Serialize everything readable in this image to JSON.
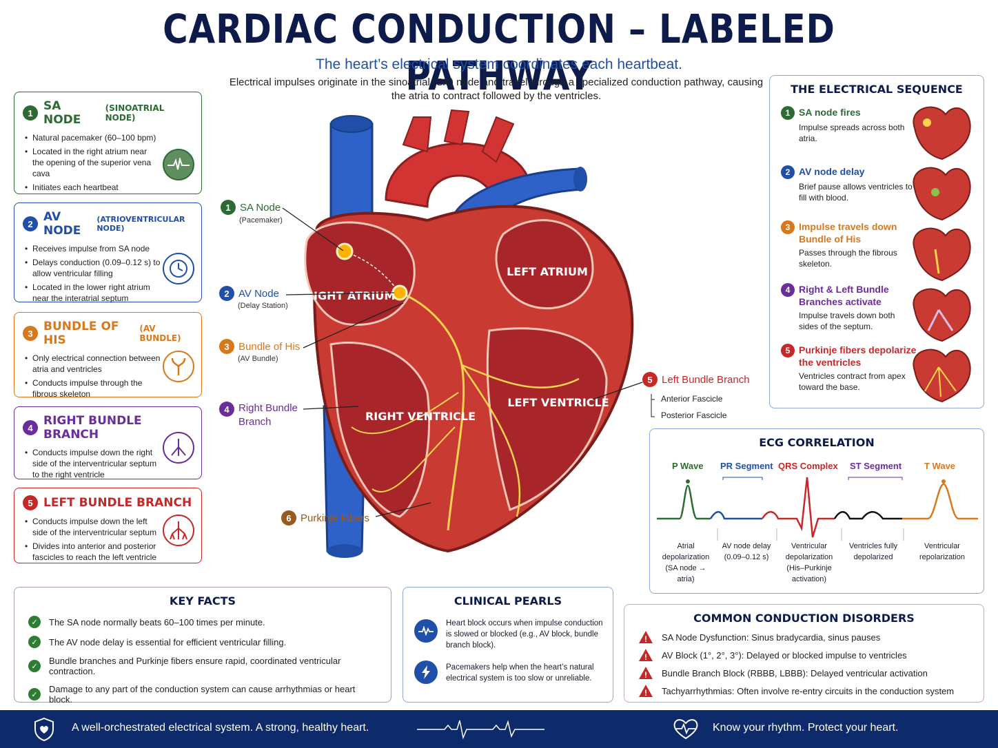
{
  "header": {
    "title": "CARDIAC CONDUCTION – LABELED PATHWAY",
    "subtitle": "The heart’s electrical system coordinates each heartbeat.",
    "intro": "Electrical impulses originate in the sinoatrial (SA) node and travel through a specialized conduction pathway, causing the atria to contract followed by the ventricles."
  },
  "colors": {
    "green": "#2e6b34",
    "blue": "#1f4fa8",
    "orange": "#d9781b",
    "purple": "#6a2d9c",
    "red": "#c62828",
    "brown": "#9a5a1c",
    "navy": "#0d1b4b"
  },
  "cards": [
    {
      "num": "1",
      "title": "SA NODE",
      "suffix": "(SINOATRIAL NODE)",
      "icon": "ecg-pulse-icon",
      "items": [
        "Natural pacemaker (60–100 bpm)",
        "Located in the right atrium near the opening of the superior vena cava",
        "Initiates each heartbeat"
      ]
    },
    {
      "num": "2",
      "title": "AV NODE",
      "suffix": "(ATRIOVENTRICULAR NODE)",
      "icon": "clock-icon",
      "items": [
        "Receives impulse from SA node",
        "Delays conduction (0.09–0.12 s) to allow ventricular filling",
        "Located in the lower right atrium near the interatrial septum"
      ]
    },
    {
      "num": "3",
      "title": "BUNDLE OF HIS",
      "suffix": "(AV BUNDLE)",
      "icon": "bundle-fork-icon",
      "items": [
        "Only electrical connection between atria and ventricles",
        "Conducts impulse through the fibrous skeleton"
      ]
    },
    {
      "num": "4",
      "title": "RIGHT BUNDLE BRANCH",
      "suffix": "",
      "icon": "branch-icon",
      "items": [
        "Conducts impulse down the right side of the interventricular septum to the right ventricle"
      ]
    },
    {
      "num": "5",
      "title": "LEFT BUNDLE BRANCH",
      "suffix": "",
      "icon": "branching-fibers-icon",
      "items": [
        "Conducts impulse down the left side of the interventricular septum",
        "Divides into anterior and posterior fascicles to reach the left ventricle"
      ]
    }
  ],
  "heart_labels": {
    "sa": {
      "num": "1",
      "name": "SA Node",
      "sub": "(Pacemaker)"
    },
    "av": {
      "num": "2",
      "name": "AV Node",
      "sub": "(Delay Station)"
    },
    "his": {
      "num": "3",
      "name": "Bundle of His",
      "sub": "(AV Bundle)"
    },
    "rbb": {
      "num": "4",
      "name": "Right Bundle Branch"
    },
    "lbb": {
      "num": "5",
      "name": "Left Bundle Branch",
      "fascicles": [
        "Anterior Fascicle",
        "Posterior Fascicle"
      ]
    },
    "purkinje": {
      "num": "6",
      "name": "Purkinje Fibers"
    },
    "chambers": {
      "ra": "RIGHT ATRIUM",
      "la": "LEFT ATRIUM",
      "rv": "RIGHT VENTRICLE",
      "lv": "LEFT VENTRICLE"
    }
  },
  "sequence": {
    "title": "THE ELECTRICAL SEQUENCE",
    "steps": [
      {
        "num": "1",
        "title": "SA node fires",
        "desc": "Impulse spreads across both atria."
      },
      {
        "num": "2",
        "title": "AV node delay",
        "desc": "Brief pause allows ventricles to fill with blood."
      },
      {
        "num": "3",
        "title": "Impulse travels down Bundle of His",
        "desc": "Passes through the fibrous skeleton."
      },
      {
        "num": "4",
        "title": "Right & Left Bundle Branches activate",
        "desc": "Impulse travels down both sides of the septum."
      },
      {
        "num": "5",
        "title": "Purkinje fibers depolarize the ventricles",
        "desc": "Ventricles contract from apex toward the base."
      }
    ]
  },
  "ecg": {
    "title": "ECG CORRELATION",
    "labels": [
      "P Wave",
      "PR Segment",
      "QRS Complex",
      "ST Segment",
      "T Wave"
    ],
    "descs": [
      "Atrial depolarization (SA node → atria)",
      "AV node delay (0.09–0.12 s)",
      "Ventricular depolarization (His–Purkinje activation)",
      "Ventricles fully depolarized",
      "Ventricular repolarization"
    ]
  },
  "key_facts": {
    "title": "KEY FACTS",
    "items": [
      "The SA node normally beats 60–100 times per minute.",
      "The AV node delay is essential for efficient ventricular filling.",
      "Bundle branches and Purkinje fibers ensure rapid, coordinated ventricular contraction.",
      "Damage to any part of the conduction system can cause arrhythmias or heart block."
    ]
  },
  "clinical": {
    "title": "CLINICAL PEARLS",
    "items": [
      {
        "icon": "ecg-shield-icon",
        "text": "Heart block occurs when impulse conduction is slowed or blocked (e.g., AV block, bundle branch block)."
      },
      {
        "icon": "lightning-icon",
        "text": "Pacemakers help when the heart’s natural electrical system is too slow or unreliable."
      }
    ]
  },
  "disorders": {
    "title": "COMMON CONDUCTION DISORDERS",
    "items": [
      "SA Node Dysfunction: Sinus bradycardia, sinus pauses",
      "AV Block (1°, 2°, 3°): Delayed or blocked impulse to ventricles",
      "Bundle Branch Block (RBBB, LBBB): Delayed ventricular activation",
      "Tachyarrhythmias: Often involve re-entry circuits in the conduction system"
    ]
  },
  "footer": {
    "left": "A well-orchestrated electrical system. A strong, healthy heart.",
    "right": "Know your rhythm. Protect your heart."
  }
}
